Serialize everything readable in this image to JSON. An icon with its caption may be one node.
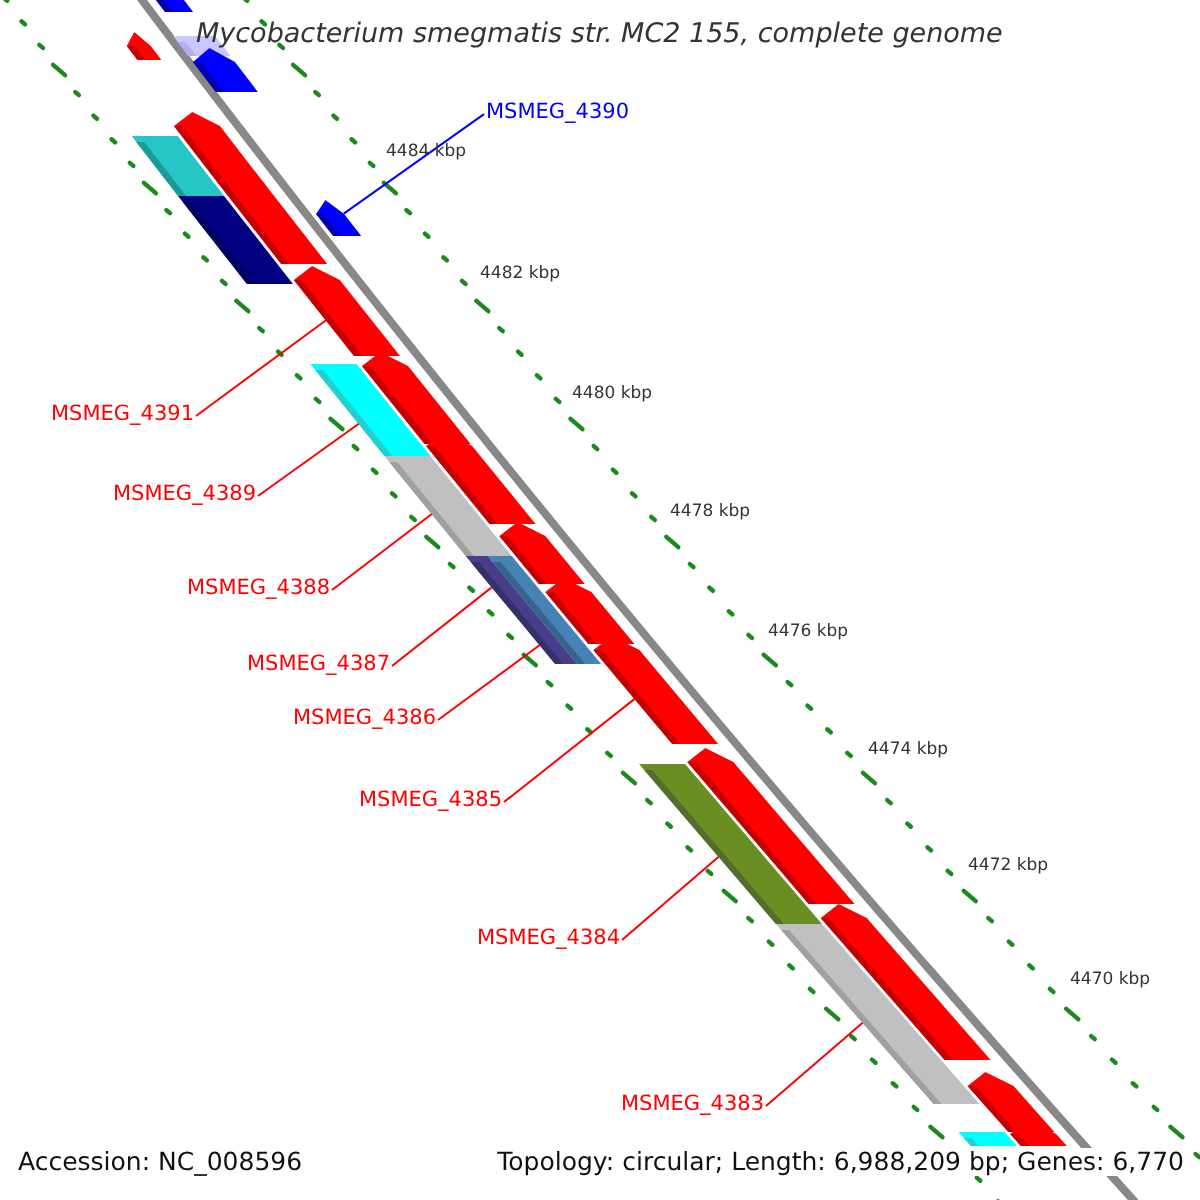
{
  "diagram": {
    "title": "Mycobacterium smegmatis str. MC2 155, complete genome",
    "nodes": [
      {
        "text": [
          "MSMEG_4390"
        ]
      },
      {
        "text": [
          "MSMEG_4391"
        ]
      },
      {
        "text": [
          "MSMEG_4389"
        ]
      },
      {
        "text": [
          "MSMEG_4388"
        ]
      },
      {
        "text": [
          "MSMEG_4387"
        ]
      },
      {
        "text": [
          "MSMEG_4386"
        ]
      },
      {
        "text": [
          "MSMEG_4385"
        ]
      },
      {
        "text": [
          "MSMEG_4384"
        ]
      },
      {
        "text": [
          "MSMEG_4383"
        ]
      },
      {
        "text": [],
        "shape": "bar"
      },
      {
        "text": [],
        "shape": "bar"
      },
      {
        "text": [],
        "shape": "pentagon"
      },
      {
        "text": [],
        "shape": "pentagon"
      },
      {
        "text": [],
        "shape": "pentagon"
      },
      {
        "text": [],
        "shape": "bar"
      },
      {
        "text": [],
        "shape": "pentagon"
      },
      {
        "text": [],
        "shape": "bar"
      },
      {
        "text": [],
        "shape": "pentagon"
      },
      {
        "text": [],
        "shape": "pentagon"
      },
      {
        "text": [],
        "shape": "pentagon"
      },
      {
        "text": [],
        "shape": "bar"
      },
      {
        "text": [],
        "shape": "pentagon"
      },
      {
        "text": [],
        "shape": "bar"
      },
      {
        "text": [],
        "shape": "pentagon"
      },
      {
        "text": [],
        "shape": "bar"
      },
      {
        "text": [],
        "shape": "pentagon"
      },
      {
        "text": [],
        "shape": "pentagon"
      },
      {
        "text": [],
        "shape": "pentagon"
      },
      {
        "text": [],
        "shape": "bar"
      },
      {
        "text": [],
        "shape": "pentagon"
      },
      {
        "text": [],
        "shape": "bar"
      },
      {
        "text": [],
        "shape": "pentagon"
      },
      {
        "text": [],
        "shape": "pentagon"
      },
      {
        "text": [],
        "shape": "bar"
      }
    ],
    "edges": [
      {
        "from": 0,
        "to": 17,
        "arrow": "none",
        "color": "#0000ff"
      },
      {
        "from": 1,
        "to": 18,
        "arrow": "none"
      },
      {
        "from": 2,
        "to": 20,
        "arrow": "none"
      },
      {
        "from": 3,
        "to": 22,
        "arrow": "none"
      },
      {
        "from": 4,
        "to": 24,
        "arrow": "none"
      },
      {
        "from": 5,
        "to": 24,
        "arrow": "none"
      },
      {
        "from": 6,
        "to": 26,
        "arrow": "none"
      },
      {
        "from": 7,
        "to": 28,
        "arrow": "none"
      },
      {
        "from": 8,
        "to": 30,
        "arrow": "none"
      }
    ],
    "labels": [
      "4484 kbp",
      "4482 kbp",
      "4480 kbp",
      "4478 kbp",
      "4476 kbp",
      "4474 kbp",
      "4472 kbp",
      "4470 kbp",
      "Accession: NC_008596",
      "Topology: circular; Length: 6,988,209 bp; Genes: 6,770"
    ]
  }
}
